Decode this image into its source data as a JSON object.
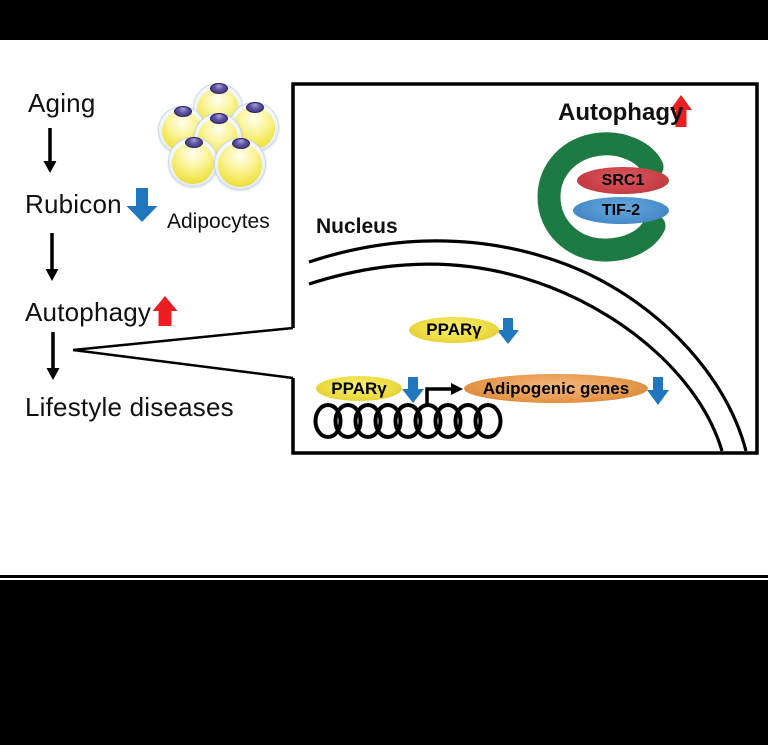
{
  "figure": {
    "left_pathway": {
      "aging": "Aging",
      "rubicon": "Rubicon",
      "autophagy": "Autophagy",
      "lifestyle_diseases": "Lifestyle diseases"
    },
    "adipocytes": {
      "label": "Adipocytes"
    },
    "nucleus_panel": {
      "autophagy_label": "Autophagy",
      "nucleus_label": "Nucleus",
      "src1_label": "SRC1",
      "tif2_label": "TIF-2",
      "ppar_cytoplasm_label": "PPARγ",
      "ppar_dna_label": "PPARγ",
      "adipogenic_genes_label": "Adipogenic genes"
    },
    "colors": {
      "increase_arrow_red": "#ee1c23",
      "decrease_arrow_blue": "#2177bd",
      "autophagosome_green": "#1e7a43",
      "src1_red": "#c84046",
      "tif2_blue": "#4a8fcc",
      "ppar_yellow": "#ecdc42",
      "adipogenic_orange": "#e89a4e",
      "adipocyte_yellow": "#f1e54e"
    }
  }
}
